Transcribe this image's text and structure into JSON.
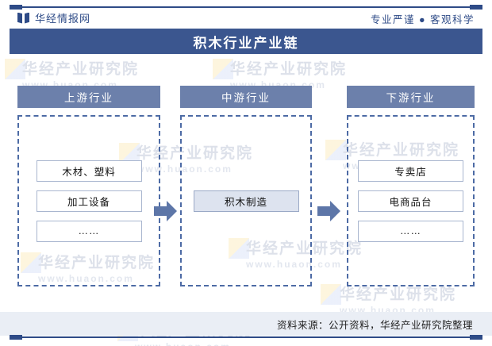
{
  "header": {
    "brand_name": "华经情报网",
    "brand_logo_icon": "book-logo-icon",
    "slogan": "专业严谨 ● 客观科学",
    "title": "积木行业产业链",
    "title_bar_color": "#3b568f",
    "accent_color": "#2e4b87"
  },
  "watermark": {
    "main": "华经产业研究院",
    "url": "www.huaon.com",
    "color": "#dde1ea"
  },
  "chart_data": {
    "type": "diagram",
    "title": "积木行业产业链",
    "columns": [
      {
        "id": "upstream",
        "header": "上游行业",
        "items": [
          "木材、塑料",
          "加工设备",
          "……"
        ],
        "highlight": [
          false,
          false,
          false
        ]
      },
      {
        "id": "midstream",
        "header": "中游行业",
        "items": [
          "积木制造"
        ],
        "highlight": [
          true
        ]
      },
      {
        "id": "downstream",
        "header": "下游行业",
        "items": [
          "专卖店",
          "电商品台",
          "……"
        ],
        "highlight": [
          false,
          false,
          false
        ]
      }
    ],
    "connectors": [
      {
        "from": "upstream",
        "to": "midstream",
        "icon": "right-arrow-icon"
      },
      {
        "from": "midstream",
        "to": "downstream",
        "icon": "right-arrow-icon"
      }
    ],
    "header_color": "#6c80ab",
    "dashed_border_color": "#4d6ba5",
    "arrow_color": "#5d76a8"
  },
  "footer": {
    "source": "资料来源：公开资料，华经产业研究院整理"
  }
}
